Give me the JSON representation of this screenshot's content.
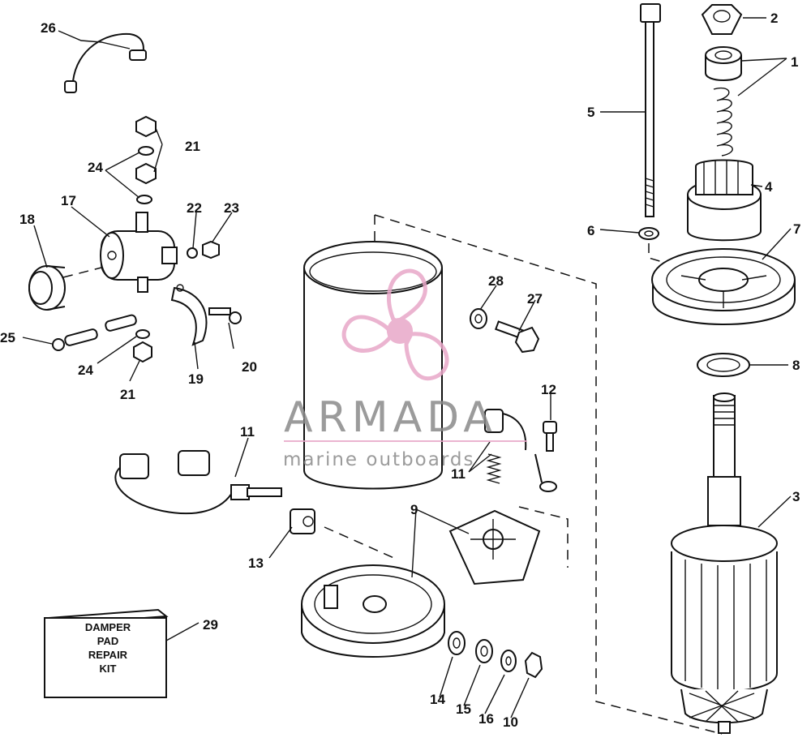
{
  "diagram": {
    "callouts": [
      "1",
      "2",
      "3",
      "4",
      "5",
      "6",
      "7",
      "8",
      "9",
      "10",
      "11",
      "11",
      "12",
      "13",
      "14",
      "15",
      "16",
      "17",
      "18",
      "19",
      "20",
      "21",
      "21",
      "22",
      "23",
      "24",
      "24",
      "25",
      "26",
      "27",
      "28",
      "29"
    ]
  },
  "kit_box": {
    "line1": "DAMPER",
    "line2": "PAD",
    "line3": "REPAIR",
    "line4": "KIT"
  },
  "watermark": {
    "brand": "ARMADA",
    "tagline": "marine outboards",
    "logo_color": "#e8a7c8",
    "text_color": "#8a8a8a"
  }
}
